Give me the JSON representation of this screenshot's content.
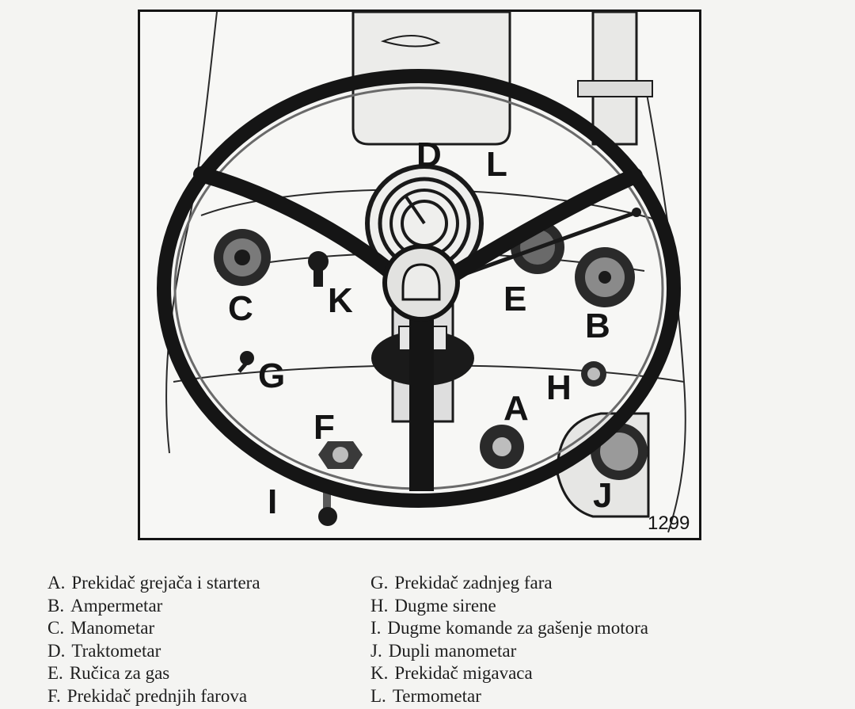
{
  "figure": {
    "number": "1299",
    "callouts": {
      "A": "A",
      "B": "B",
      "C": "C",
      "D": "D",
      "E": "E",
      "F": "F",
      "G": "G",
      "H": "H",
      "I": "I",
      "J": "J",
      "K": "K",
      "L": "L"
    }
  },
  "legend": {
    "left": [
      {
        "key": "A.",
        "text": "Prekidač grejača i startera"
      },
      {
        "key": "B.",
        "text": "Ampermetar"
      },
      {
        "key": "C.",
        "text": "Manometar"
      },
      {
        "key": "D.",
        "text": "Traktometar"
      },
      {
        "key": "E.",
        "text": "Ručica za gas"
      },
      {
        "key": "F.",
        "text": "Prekidač prednjih farova"
      }
    ],
    "right": [
      {
        "key": "G.",
        "text": "Prekidač zadnjeg fara"
      },
      {
        "key": "H.",
        "text": "Dugme sirene"
      },
      {
        "key": "I.",
        "text": "Dugme komande za gašenje motora"
      },
      {
        "key": "J.",
        "text": "Dupli manometar"
      },
      {
        "key": "K.",
        "text": "Prekidač migavaca"
      },
      {
        "key": "L.",
        "text": "Termometar"
      }
    ]
  }
}
